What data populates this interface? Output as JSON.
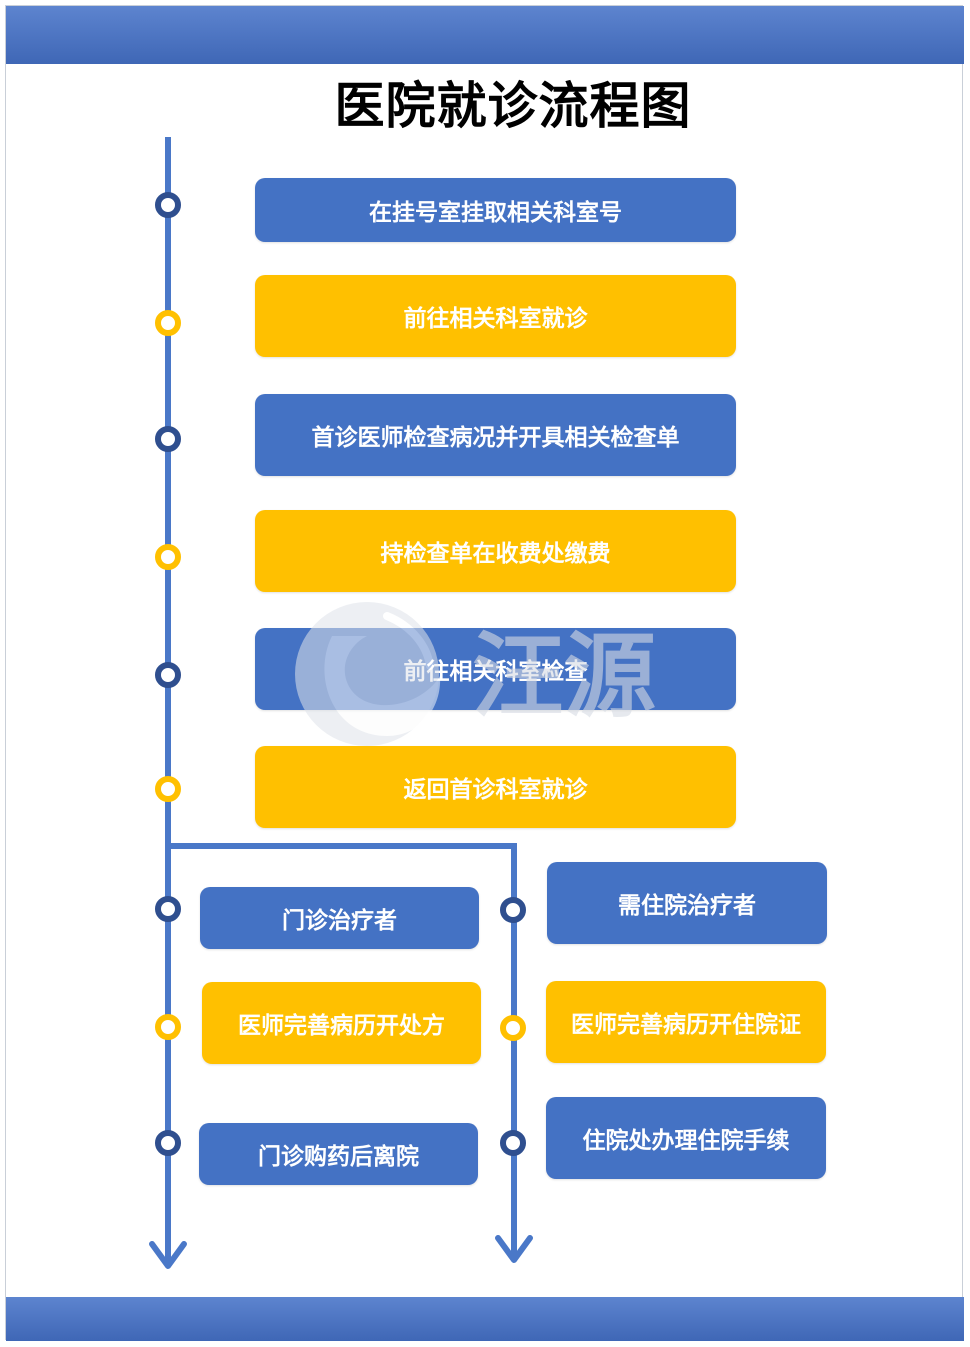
{
  "title": "医院就诊流程图",
  "colors": {
    "blue": "#4472c4",
    "yellow": "#ffc000",
    "line": "#4a78c8",
    "node_dark": "#2f4f8f",
    "band": "#4a72be"
  },
  "steps": [
    {
      "label": "在挂号室挂取相关科室号",
      "color": "blue"
    },
    {
      "label": "前往相关科室就诊",
      "color": "yellow"
    },
    {
      "label": "首诊医师检查病况并开具相关检查单",
      "color": "blue"
    },
    {
      "label": "持检查单在收费处缴费",
      "color": "yellow"
    },
    {
      "label": "前往相关科室检查",
      "color": "blue"
    },
    {
      "label": "返回首诊科室就诊",
      "color": "yellow"
    }
  ],
  "outpatient": [
    {
      "label": "门诊治疗者",
      "color": "blue"
    },
    {
      "label": "医师完善病历开处方",
      "color": "yellow"
    },
    {
      "label": "门诊购药后离院",
      "color": "blue"
    }
  ],
  "inpatient": [
    {
      "label": "需住院治疗者",
      "color": "blue"
    },
    {
      "label": "医师完善病历开住院证",
      "color": "yellow"
    },
    {
      "label": "住院处办理住院手续",
      "color": "blue"
    }
  ],
  "watermark": {
    "text": "汪源",
    "icon": "logo-swirl-icon"
  }
}
